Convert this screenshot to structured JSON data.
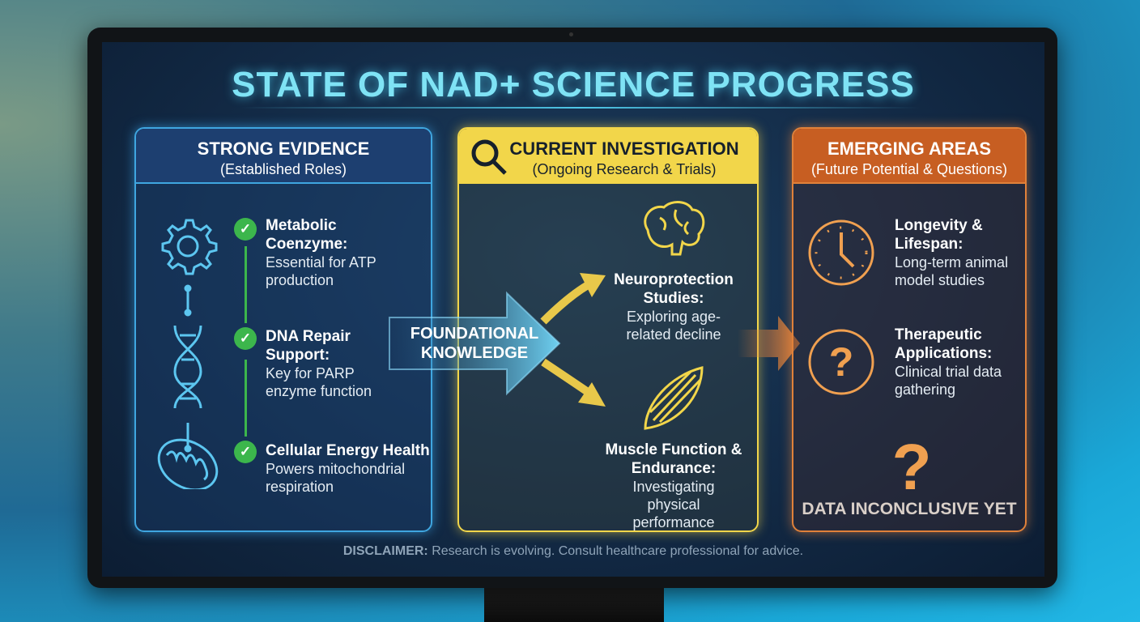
{
  "title": "STATE OF NAD+ SCIENCE PROGRESS",
  "columns": [
    {
      "heading": "STRONG EVIDENCE",
      "subheading": "(Established Roles)",
      "color": "#3fa6e0",
      "items": [
        {
          "icon": "gear-icon",
          "title": "Metabolic Coenzyme:",
          "desc": "Essential for ATP production"
        },
        {
          "icon": "dna-icon",
          "title": "DNA Repair Support:",
          "desc": "Key for PARP enzyme function"
        },
        {
          "icon": "mitochondria-icon",
          "title": "Cellular Energy Health:",
          "desc": "Powers mitochondrial respiration"
        }
      ]
    },
    {
      "heading": "CURRENT INVESTIGATION",
      "subheading": "(Ongoing Research & Trials)",
      "color": "#f2d64a",
      "items": [
        {
          "icon": "brain-icon",
          "title": "Neuroprotection Studies:",
          "desc": "Exploring age-related decline"
        },
        {
          "icon": "muscle-icon",
          "title": "Muscle Function & Endurance:",
          "desc": "Investigating physical performance"
        }
      ]
    },
    {
      "heading": "EMERGING AREAS",
      "subheading": "(Future Potential & Questions)",
      "color": "#e0813a",
      "items": [
        {
          "icon": "clock-icon",
          "title": "Longevity & Lifespan:",
          "desc": "Long-term animal model studies"
        },
        {
          "icon": "question-icon",
          "title": "Therapeutic Applications:",
          "desc": "Clinical trial data gathering"
        }
      ],
      "footer": "DATA INCONCLUSIVE YET"
    }
  ],
  "arrow_label": "FOUNDATIONAL KNOWLEDGE",
  "disclaimer": {
    "label": "DISCLAIMER:",
    "text": " Research is evolving. Consult healthcare professional for advice."
  }
}
